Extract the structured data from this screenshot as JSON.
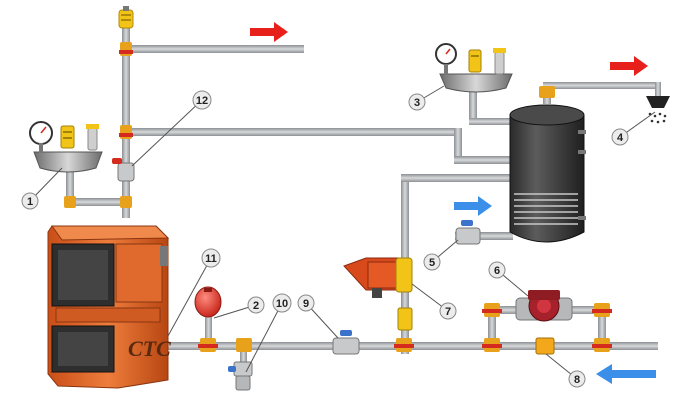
{
  "diagram": {
    "boiler_brand": "СТС",
    "callouts": [
      "1",
      "2",
      "3",
      "4",
      "5",
      "6",
      "7",
      "8",
      "9",
      "10",
      "11",
      "12"
    ],
    "colors": {
      "pipe": "#a9acaf",
      "pipe_edge": "#7b7f83",
      "fitting": "#e8a11a",
      "fitting_red": "#d52a1e",
      "boiler_body": "#e5672a",
      "boiler_dark": "#3b3b3b",
      "tank_body": "#3a3a3a",
      "arrow_hot": "#e8201b",
      "arrow_cold": "#3b8fe8",
      "expansion_vessel": "#d9382c"
    },
    "icons": [
      "pressure-gauge-icon",
      "air-vent-icon",
      "safety-valve-icon",
      "shower-head-icon",
      "ball-valve-icon",
      "circulation-pump-icon",
      "strainer-filter-icon",
      "flow-arrow-icon"
    ]
  }
}
